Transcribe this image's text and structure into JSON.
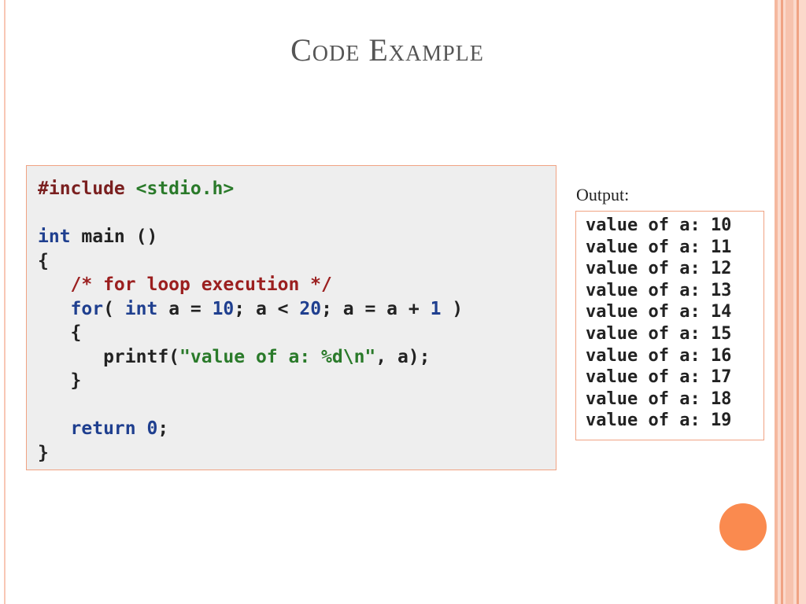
{
  "slide": {
    "title": "Code Example",
    "output_label": "Output:"
  },
  "code": {
    "lines": [
      [
        {
          "t": "#include ",
          "c": "pre"
        },
        {
          "t": "<stdio.h>",
          "c": "str"
        }
      ],
      [],
      [
        {
          "t": "int ",
          "c": "kw"
        },
        {
          "t": "main ()",
          "c": "plain"
        }
      ],
      [
        {
          "t": "{",
          "c": "plain"
        }
      ],
      [
        {
          "t": "   /* for loop execution */",
          "c": "cm"
        }
      ],
      [
        {
          "t": "   for",
          "c": "kw"
        },
        {
          "t": "( ",
          "c": "plain"
        },
        {
          "t": "int ",
          "c": "kw"
        },
        {
          "t": "a = ",
          "c": "plain"
        },
        {
          "t": "10",
          "c": "num"
        },
        {
          "t": "; a < ",
          "c": "plain"
        },
        {
          "t": "20",
          "c": "num"
        },
        {
          "t": "; a = a + ",
          "c": "plain"
        },
        {
          "t": "1",
          "c": "num"
        },
        {
          "t": " )",
          "c": "plain"
        }
      ],
      [
        {
          "t": "   {",
          "c": "plain"
        }
      ],
      [
        {
          "t": "      printf(",
          "c": "plain"
        },
        {
          "t": "\"value of a: %d\\n\"",
          "c": "str"
        },
        {
          "t": ", a);",
          "c": "plain"
        }
      ],
      [
        {
          "t": "   }",
          "c": "plain"
        }
      ],
      [],
      [
        {
          "t": "   return ",
          "c": "kw"
        },
        {
          "t": "0",
          "c": "num"
        },
        {
          "t": ";",
          "c": "plain"
        }
      ],
      [
        {
          "t": "}",
          "c": "plain"
        }
      ]
    ]
  },
  "output": {
    "lines": [
      "value of a: 10",
      "value of a: 11",
      "value of a: 12",
      "value of a: 13",
      "value of a: 14",
      "value of a: 15",
      "value of a: 16",
      "value of a: 17",
      "value of a: 18",
      "value of a: 19"
    ]
  },
  "colors": {
    "accent": "#fa8a4f",
    "border": "#f0a383",
    "code_bg": "#eeeeee"
  }
}
